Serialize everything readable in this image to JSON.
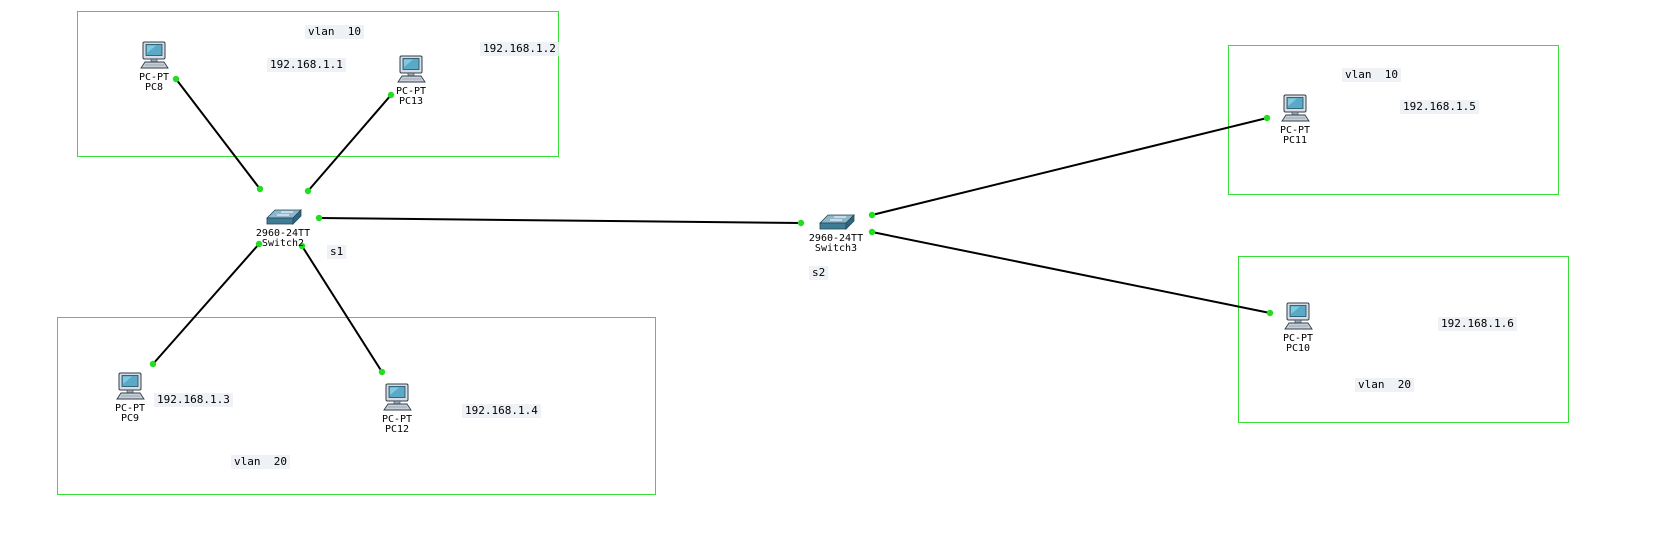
{
  "colors": {
    "area_border": "#34e034",
    "link": "#000000",
    "port": "#22dd22",
    "note_bg": "#eef1f5"
  },
  "areas": [
    {
      "id": "area-top-left"
    },
    {
      "id": "area-bottom-left"
    },
    {
      "id": "area-top-right"
    },
    {
      "id": "area-bottom-right"
    }
  ],
  "devices": [
    {
      "id": "PC8",
      "type": "pc",
      "model": "PC-PT",
      "name": "PC8"
    },
    {
      "id": "PC13",
      "type": "pc",
      "model": "PC-PT",
      "name": "PC13"
    },
    {
      "id": "PC9",
      "type": "pc",
      "model": "PC-PT",
      "name": "PC9"
    },
    {
      "id": "PC12",
      "type": "pc",
      "model": "PC-PT",
      "name": "PC12"
    },
    {
      "id": "PC11",
      "type": "pc",
      "model": "PC-PT",
      "name": "PC11"
    },
    {
      "id": "PC10",
      "type": "pc",
      "model": "PC-PT",
      "name": "PC10"
    },
    {
      "id": "Switch2",
      "type": "switch",
      "model": "2960-24TT",
      "name": "Switch2"
    },
    {
      "id": "Switch3",
      "type": "switch",
      "model": "2960-24TT",
      "name": "Switch3"
    }
  ],
  "links": [
    {
      "from": "Switch2",
      "to": "PC8"
    },
    {
      "from": "Switch2",
      "to": "PC13"
    },
    {
      "from": "Switch2",
      "to": "PC9"
    },
    {
      "from": "Switch2",
      "to": "PC12"
    },
    {
      "from": "Switch2",
      "to": "Switch3"
    },
    {
      "from": "Switch3",
      "to": "PC11"
    },
    {
      "from": "Switch3",
      "to": "PC10"
    }
  ],
  "notes": [
    {
      "id": "vlan10-left",
      "text": "vlan  10"
    },
    {
      "id": "ip-pc8",
      "text": "192.168.1.1"
    },
    {
      "id": "ip-pc13",
      "text": "192.168.1.2"
    },
    {
      "id": "ip-pc9",
      "text": "192.168.1.3"
    },
    {
      "id": "ip-pc12",
      "text": "192.168.1.4"
    },
    {
      "id": "vlan20-left",
      "text": "vlan  20"
    },
    {
      "id": "s1",
      "text": "s1"
    },
    {
      "id": "s2",
      "text": "s2"
    },
    {
      "id": "vlan10-right",
      "text": "vlan  10"
    },
    {
      "id": "ip-pc11",
      "text": "192.168.1.5"
    },
    {
      "id": "ip-pc10",
      "text": "192.168.1.6"
    },
    {
      "id": "vlan20-right",
      "text": "vlan  20"
    }
  ]
}
